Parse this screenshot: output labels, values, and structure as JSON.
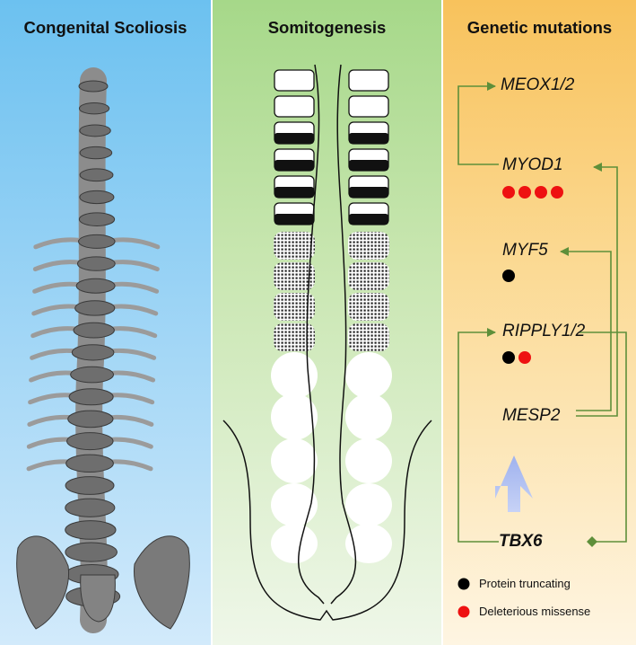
{
  "panels": {
    "left": {
      "title": "Congenital Scoliosis"
    },
    "middle": {
      "title": "Somitogenesis"
    },
    "right": {
      "title": "Genetic mutations"
    }
  },
  "genes": [
    {
      "name": "MEOX1/2",
      "truncating": 0,
      "missense": 0,
      "bold": false
    },
    {
      "name": "MYOD1",
      "truncating": 0,
      "missense": 4,
      "bold": false
    },
    {
      "name": "MYF5",
      "truncating": 1,
      "missense": 0,
      "bold": false
    },
    {
      "name": "RIPPLY1/2",
      "truncating": 1,
      "missense": 1,
      "bold": false
    },
    {
      "name": "MESP2",
      "truncating": 0,
      "missense": 0,
      "bold": false
    },
    {
      "name": "TBX6",
      "truncating": 0,
      "missense": 0,
      "bold": true
    }
  ],
  "legend": {
    "truncating_label": "Protein truncating",
    "missense_label": "Deleterious missense"
  },
  "colors": {
    "truncating": "#000000",
    "missense": "#ee1111",
    "arrow": "#5e8f3a",
    "big_arrow": "#aab8ee",
    "spine": "#6e6e6e"
  }
}
